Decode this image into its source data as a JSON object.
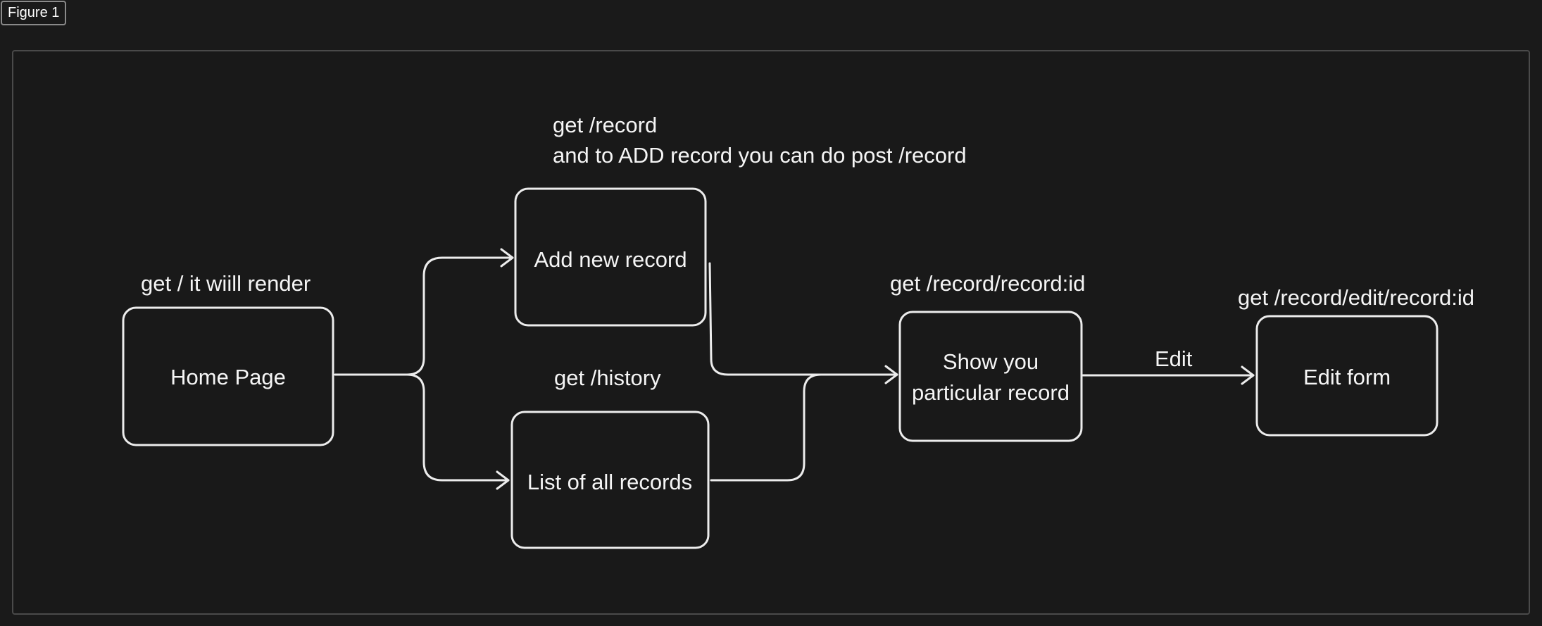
{
  "window": {
    "figure_label": "Figure 1"
  },
  "nodes": {
    "home": {
      "label": "Home Page",
      "annotation": "get / it wiill render"
    },
    "add": {
      "label": "Add new record",
      "annotation_line1": "get /record",
      "annotation_line2": "and to ADD record you can do post /record"
    },
    "list": {
      "label": "List of all records",
      "annotation": "get /history"
    },
    "show": {
      "label_line1": "Show you",
      "label_line2": "particular record",
      "annotation": "get /record/record:id"
    },
    "edit": {
      "label": "Edit form",
      "annotation": "get /record/edit/record:id"
    }
  },
  "edges": {
    "show_to_edit": {
      "label": "Edit"
    }
  },
  "colors": {
    "background": "#1a1a1a",
    "stroke": "#ececec",
    "text": "#f5f5f5"
  }
}
